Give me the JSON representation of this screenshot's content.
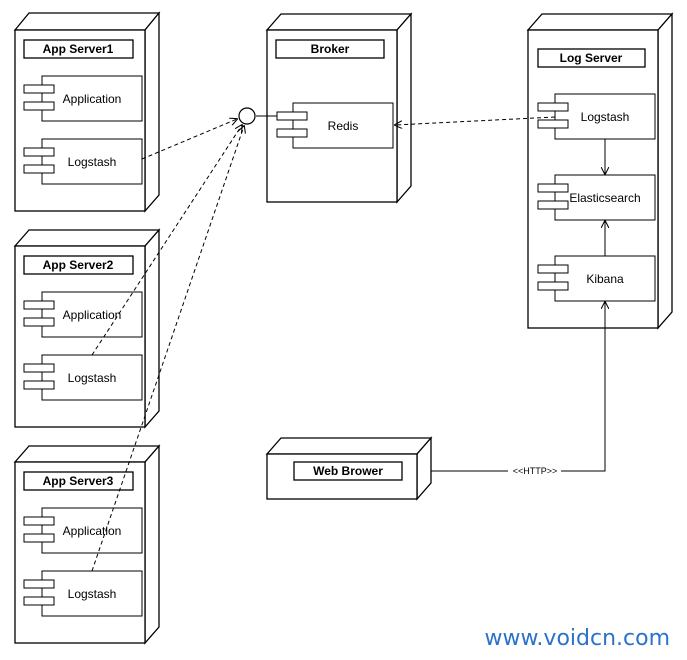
{
  "nodes": {
    "app_server1": {
      "title": "App Server1",
      "components": [
        "Application",
        "Logstash"
      ]
    },
    "app_server2": {
      "title": "App Server2",
      "components": [
        "Application",
        "Logstash"
      ]
    },
    "app_server3": {
      "title": "App Server3",
      "components": [
        "Application",
        "Logstash"
      ]
    },
    "broker": {
      "title": "Broker",
      "components": [
        "Redis"
      ]
    },
    "log_server": {
      "title": "Log Server",
      "components": [
        "Logstash",
        "Elasticsearch",
        "Kibana"
      ]
    },
    "web_browser": {
      "title": "Web Brower"
    }
  },
  "connectors": {
    "http_label": "<<HTTP>>"
  },
  "watermark": "www.voidcn.com"
}
